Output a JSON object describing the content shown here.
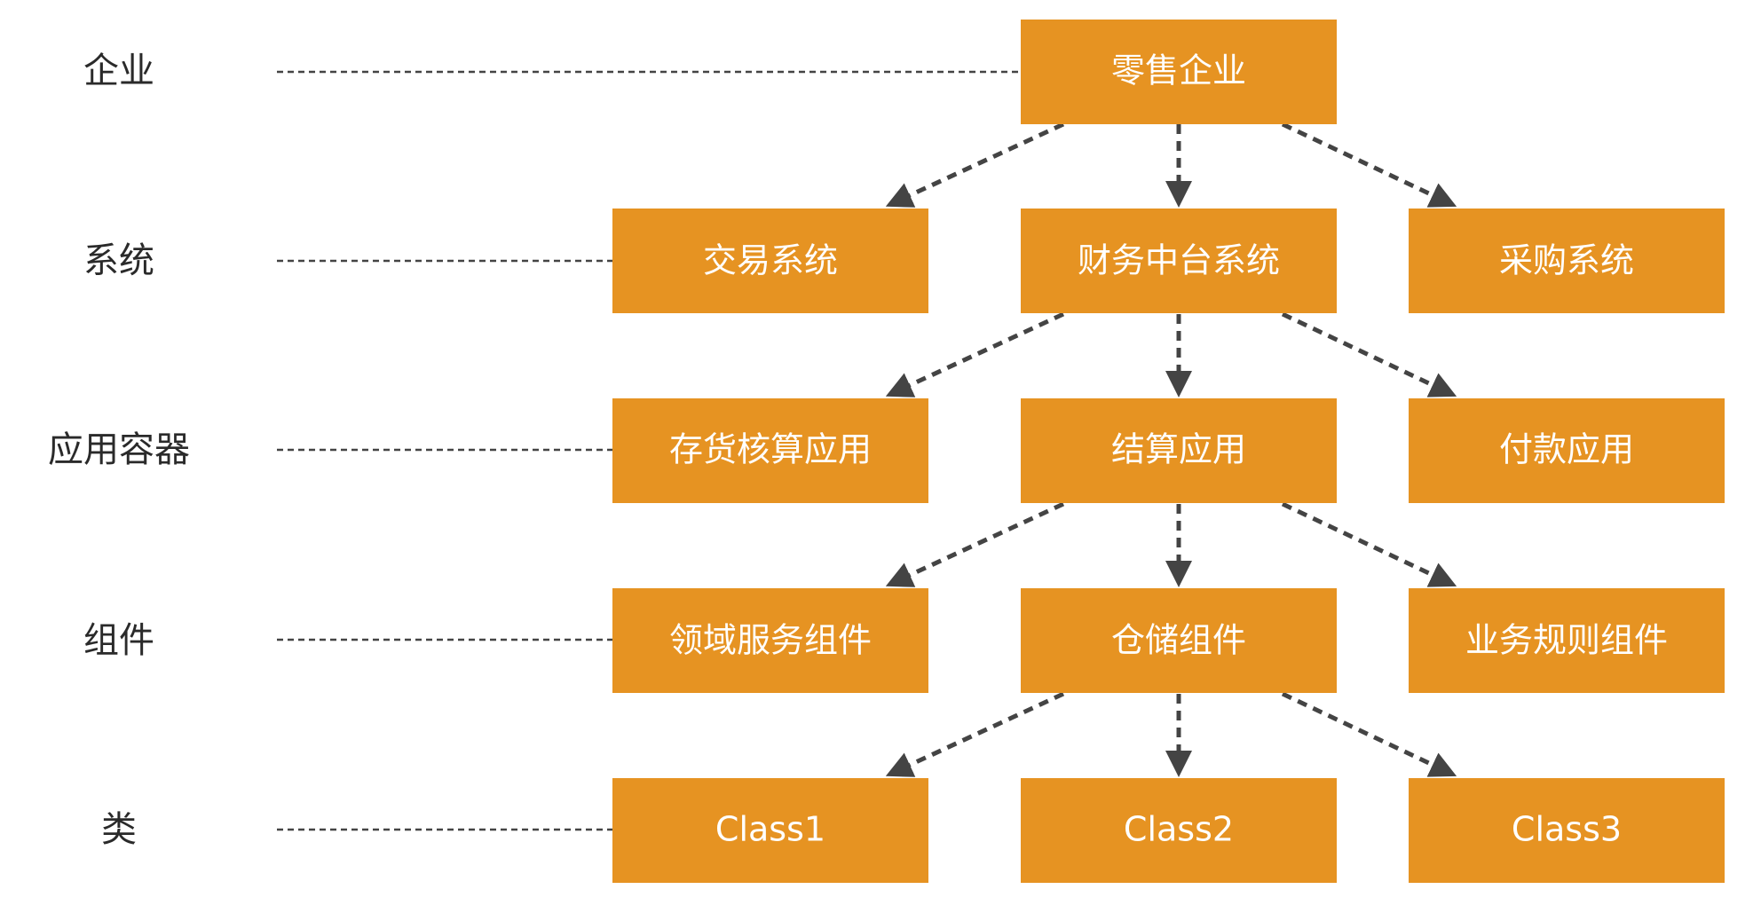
{
  "colors": {
    "node_fill": "#e69322",
    "node_text": "#ffffff",
    "label_text": "#2a2a2a",
    "connector": "#444444",
    "background": "#ffffff"
  },
  "levels": [
    {
      "id": "enterprise",
      "label": "企业"
    },
    {
      "id": "system",
      "label": "系统"
    },
    {
      "id": "app-container",
      "label": "应用容器"
    },
    {
      "id": "component",
      "label": "组件"
    },
    {
      "id": "class",
      "label": "类"
    }
  ],
  "nodes": {
    "retail_enterprise": "零售企业",
    "trade_system": "交易系统",
    "finance_platform_system": "财务中台系统",
    "purchase_system": "采购系统",
    "inventory_accounting_app": "存货核算应用",
    "settlement_app": "结算应用",
    "payment_app": "付款应用",
    "domain_service_component": "领域服务组件",
    "storage_component": "仓储组件",
    "business_rule_component": "业务规则组件",
    "class1": "Class1",
    "class2": "Class2",
    "class3": "Class3"
  },
  "edges": [
    [
      "retail_enterprise",
      "trade_system"
    ],
    [
      "retail_enterprise",
      "finance_platform_system"
    ],
    [
      "retail_enterprise",
      "purchase_system"
    ],
    [
      "finance_platform_system",
      "inventory_accounting_app"
    ],
    [
      "finance_platform_system",
      "settlement_app"
    ],
    [
      "finance_platform_system",
      "payment_app"
    ],
    [
      "settlement_app",
      "domain_service_component"
    ],
    [
      "settlement_app",
      "storage_component"
    ],
    [
      "settlement_app",
      "business_rule_component"
    ],
    [
      "storage_component",
      "class1"
    ],
    [
      "storage_component",
      "class2"
    ],
    [
      "storage_component",
      "class3"
    ]
  ]
}
